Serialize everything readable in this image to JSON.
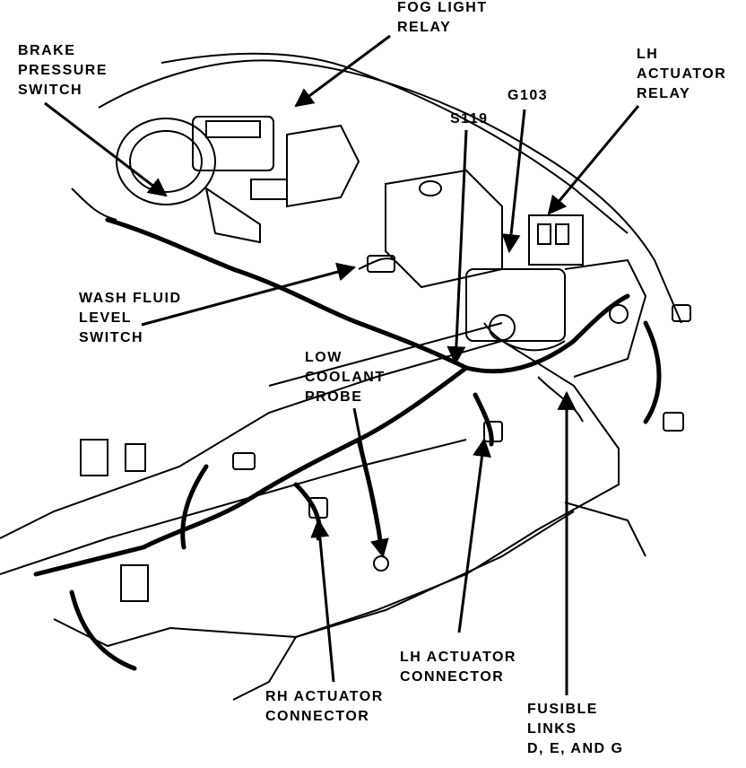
{
  "labels": {
    "fog_light_relay": [
      "FOG LIGHT",
      "RELAY"
    ],
    "brake_pressure_switch": [
      "BRAKE",
      "PRESSURE",
      "SWITCH"
    ],
    "lh_actuator_relay": [
      "LH",
      "ACTUATOR",
      "RELAY"
    ],
    "g103": "G103",
    "s119": "S119",
    "wash_fluid_level_switch": [
      "WASH FLUID",
      "LEVEL",
      "SWITCH"
    ],
    "low_coolant_probe": [
      "LOW",
      "COOLANT",
      "PROBE"
    ],
    "lh_actuator_connector": [
      "LH ACTUATOR",
      "CONNECTOR"
    ],
    "rh_actuator_connector": [
      "RH ACTUATOR",
      "CONNECTOR"
    ],
    "fusible_links": [
      "FUSIBLE",
      "LINKS",
      "D, E, AND G"
    ]
  },
  "colors": {
    "ink": "#000000",
    "background": "#ffffff"
  }
}
